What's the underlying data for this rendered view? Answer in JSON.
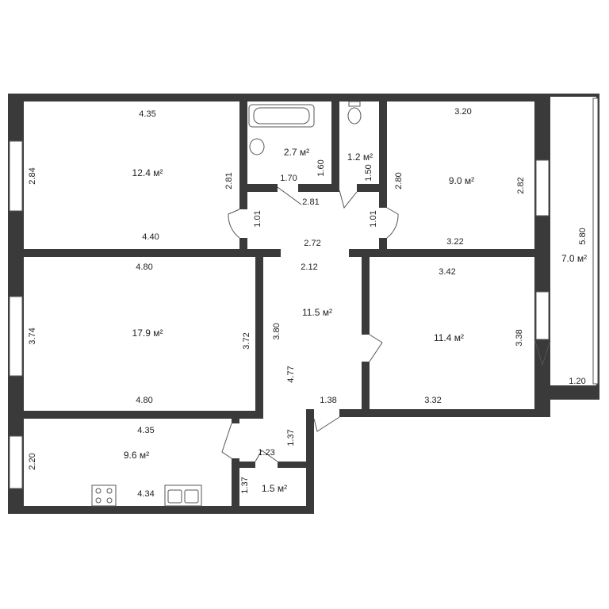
{
  "colors": {
    "wall": "#3a3a3a",
    "window": "#ffffff",
    "line": "#555555",
    "text": "#222222"
  },
  "rooms": {
    "room_top_left": {
      "area": "12.4 м²",
      "top": "4.35",
      "bottom": "4.40",
      "left": "2.84",
      "right": "2.81"
    },
    "bathroom": {
      "area": "2.7 м²",
      "width": "1.70",
      "height": "1.60"
    },
    "toilet": {
      "area": "1.2 м²",
      "height": "1.50"
    },
    "room_top_right": {
      "area": "9.0 м²",
      "top": "3.20",
      "bottom": "3.22",
      "left": "2.80",
      "right": "2.82"
    },
    "balcony": {
      "area": "7.0 м²",
      "height": "5.80",
      "width": "1.20"
    },
    "corridor_top": {
      "width_upper": "2.81",
      "width_lower": "2.72",
      "door_left": "1.01",
      "door_right": "1.01",
      "gap": "2.12"
    },
    "hall": {
      "area": "11.5 м²",
      "height": "3.80",
      "depth": "4.77",
      "width": "1.38",
      "height_lower": "1.37"
    },
    "room_mid_left": {
      "area": "17.9 м²",
      "top": "4.80",
      "bottom": "4.80",
      "left": "3.74",
      "right": "3.72"
    },
    "room_mid_right": {
      "area": "11.4 м²",
      "top": "3.42",
      "bottom": "3.32",
      "right": "3.38"
    },
    "kitchen": {
      "area": "9.6 м²",
      "top": "4.35",
      "bottom": "4.34",
      "left": "2.20"
    },
    "storage": {
      "area": "1.5 м²",
      "width": "1.23",
      "height": "1.37"
    }
  }
}
